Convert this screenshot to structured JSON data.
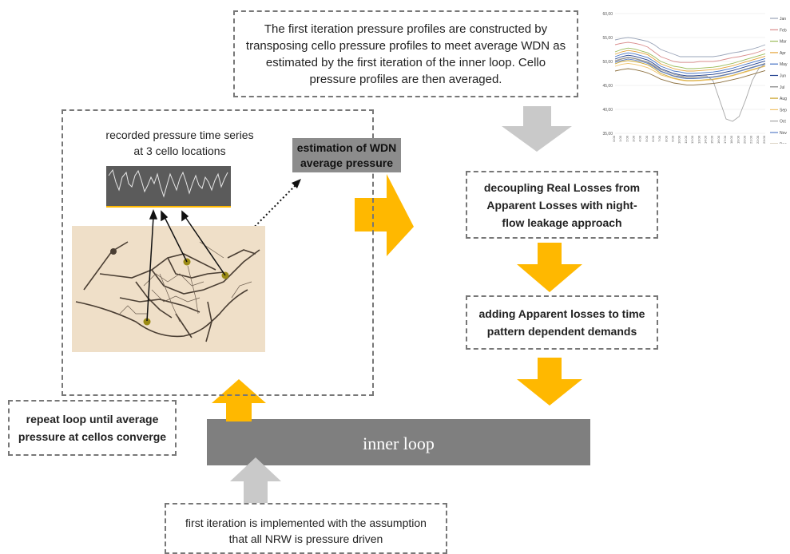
{
  "top_note": "The first iteration pressure profiles are constructed by transposing cello pressure profiles to meet average WDN as estimated by the first iteration of the inner loop. Cello pressure profiles are then averaged.",
  "recorded_label": "recorded pressure time series at 3 cello locations",
  "estimation_label": "estimation of WDN average pressure",
  "decoupling_label": "decoupling Real Losses from Apparent Losses with night-flow leakage approach",
  "adding_label": "adding  Apparent losses to time pattern dependent demands",
  "repeat_label": "repeat loop until average pressure at cellos converge",
  "inner_loop_label": "inner loop",
  "first_iteration_label": "first iteration is implemented with the assumption that all NRW is pressure driven",
  "colors": {
    "arrow_orange": "#ffb800",
    "arrow_grey": "#c9c9c9",
    "loop_bar": "#7f7f7f",
    "map_bg": "#efdfc8"
  },
  "chart_data": {
    "type": "line",
    "y_ticks": [
      "60,00",
      "55,00",
      "50,00",
      "45,00",
      "40,00",
      "35,00"
    ],
    "ylim": [
      35,
      60
    ],
    "x_ticks": [
      "0:00",
      "1:00",
      "2:00",
      "3:00",
      "4:00",
      "5:00",
      "6:00",
      "7:00",
      "8:00",
      "9:00",
      "10:00",
      "11:00",
      "12:00",
      "13:00",
      "14:00",
      "15:00",
      "16:00",
      "17:00",
      "18:00",
      "19:00",
      "20:00",
      "21:00",
      "22:00",
      "23:00"
    ],
    "series": [
      {
        "name": "Jan",
        "color": "#9aa4b8",
        "values": [
          54.5,
          54.8,
          55,
          54.8,
          54.5,
          54.2,
          53.5,
          52.5,
          52,
          51.5,
          51,
          51,
          51,
          51,
          51,
          51,
          51.2,
          51.5,
          51.8,
          52,
          52.3,
          52.6,
          53,
          53.5
        ]
      },
      {
        "name": "Feb",
        "color": "#d98b8b",
        "values": [
          53.5,
          53.8,
          54,
          53.8,
          53.5,
          53,
          52,
          51,
          50.5,
          50,
          49.8,
          49.8,
          49.8,
          50,
          50,
          50,
          50.2,
          50.5,
          50.8,
          51,
          51.3,
          51.6,
          52,
          52.5
        ]
      },
      {
        "name": "Mar",
        "color": "#9bbb59",
        "values": [
          52,
          52.5,
          52.8,
          52.6,
          52.2,
          51.8,
          51,
          50,
          49.5,
          49,
          48.8,
          48.5,
          48.5,
          48.6,
          48.7,
          48.8,
          49,
          49.3,
          49.6,
          50,
          50.4,
          50.8,
          51.2,
          51.6
        ]
      },
      {
        "name": "Apr",
        "color": "#e4a43c",
        "values": [
          51.5,
          52,
          52.3,
          52.1,
          51.8,
          51.4,
          50.5,
          49.5,
          49,
          48.5,
          48.2,
          48,
          48,
          48.1,
          48.2,
          48.3,
          48.5,
          48.8,
          49.1,
          49.5,
          49.9,
          50.3,
          50.7,
          51.1
        ]
      },
      {
        "name": "May",
        "color": "#4472c4",
        "values": [
          51,
          51.5,
          51.8,
          51.6,
          51.2,
          50.8,
          50,
          49,
          48.5,
          48,
          47.8,
          47.5,
          47.5,
          47.6,
          47.7,
          47.8,
          48,
          48.3,
          48.6,
          49,
          49.4,
          49.8,
          50.2,
          50.6
        ]
      },
      {
        "name": "Jun",
        "color": "#1f3f8f",
        "values": [
          50.5,
          51,
          51.3,
          51.1,
          50.7,
          50.3,
          49.5,
          48.5,
          48,
          47.5,
          47.2,
          47,
          47,
          47.1,
          47.2,
          47.3,
          47.5,
          47.8,
          48.1,
          48.5,
          48.9,
          49.3,
          49.7,
          50.1
        ]
      },
      {
        "name": "Jul",
        "color": "#7f7f7f",
        "values": [
          50,
          50.5,
          50.8,
          50.6,
          50.2,
          49.8,
          49,
          48,
          47.5,
          47,
          46.8,
          46.5,
          46.5,
          46.6,
          46.7,
          46.8,
          47,
          47.3,
          47.6,
          48,
          48.4,
          48.8,
          49.2,
          49.6
        ]
      },
      {
        "name": "Aug",
        "color": "#c9a227",
        "values": [
          49.5,
          50,
          50.2,
          50,
          49.7,
          49.3,
          48.5,
          47.5,
          47,
          46.5,
          46.2,
          46,
          46,
          46.1,
          46.2,
          46.3,
          46.5,
          46.8,
          47.1,
          47.5,
          47.9,
          48.3,
          48.7,
          49.1
        ]
      },
      {
        "name": "Sep",
        "color": "#f0c36c",
        "values": [
          49,
          49.4,
          49.6,
          49.4,
          49.1,
          48.7,
          48,
          47.2,
          46.8,
          46.4,
          46.1,
          45.9,
          45.9,
          46,
          46.1,
          46.2,
          46.4,
          46.7,
          47,
          47.4,
          47.8,
          48.2,
          48.6,
          49
        ]
      },
      {
        "name": "Oct",
        "color": "#a5a5a5",
        "values": [
          50.2,
          50.6,
          50.9,
          50.7,
          50.3,
          49.9,
          49.2,
          48.3,
          47.8,
          47.3,
          47,
          46.8,
          46.8,
          46.9,
          47,
          46,
          42,
          38,
          37.5,
          38.5,
          42,
          46,
          48.5,
          49.5
        ]
      },
      {
        "name": "Nov",
        "color": "#5b7fc7",
        "values": [
          49.8,
          50.2,
          50.5,
          50.3,
          50,
          49.6,
          48.8,
          47.9,
          47.4,
          46.9,
          46.6,
          46.4,
          46.4,
          46.5,
          46.6,
          46.7,
          46.9,
          47.2,
          47.5,
          47.9,
          48.3,
          48.7,
          49.1,
          49.5
        ]
      },
      {
        "name": "Dec",
        "color": "#8a6d3b",
        "values": [
          48,
          48.3,
          48.5,
          48.3,
          48,
          47.6,
          47,
          46.3,
          45.9,
          45.5,
          45.3,
          45.1,
          45.1,
          45.2,
          45.3,
          45.4,
          45.6,
          45.9,
          46.2,
          46.5,
          46.9,
          47.3,
          47.7,
          48.1
        ]
      }
    ]
  }
}
